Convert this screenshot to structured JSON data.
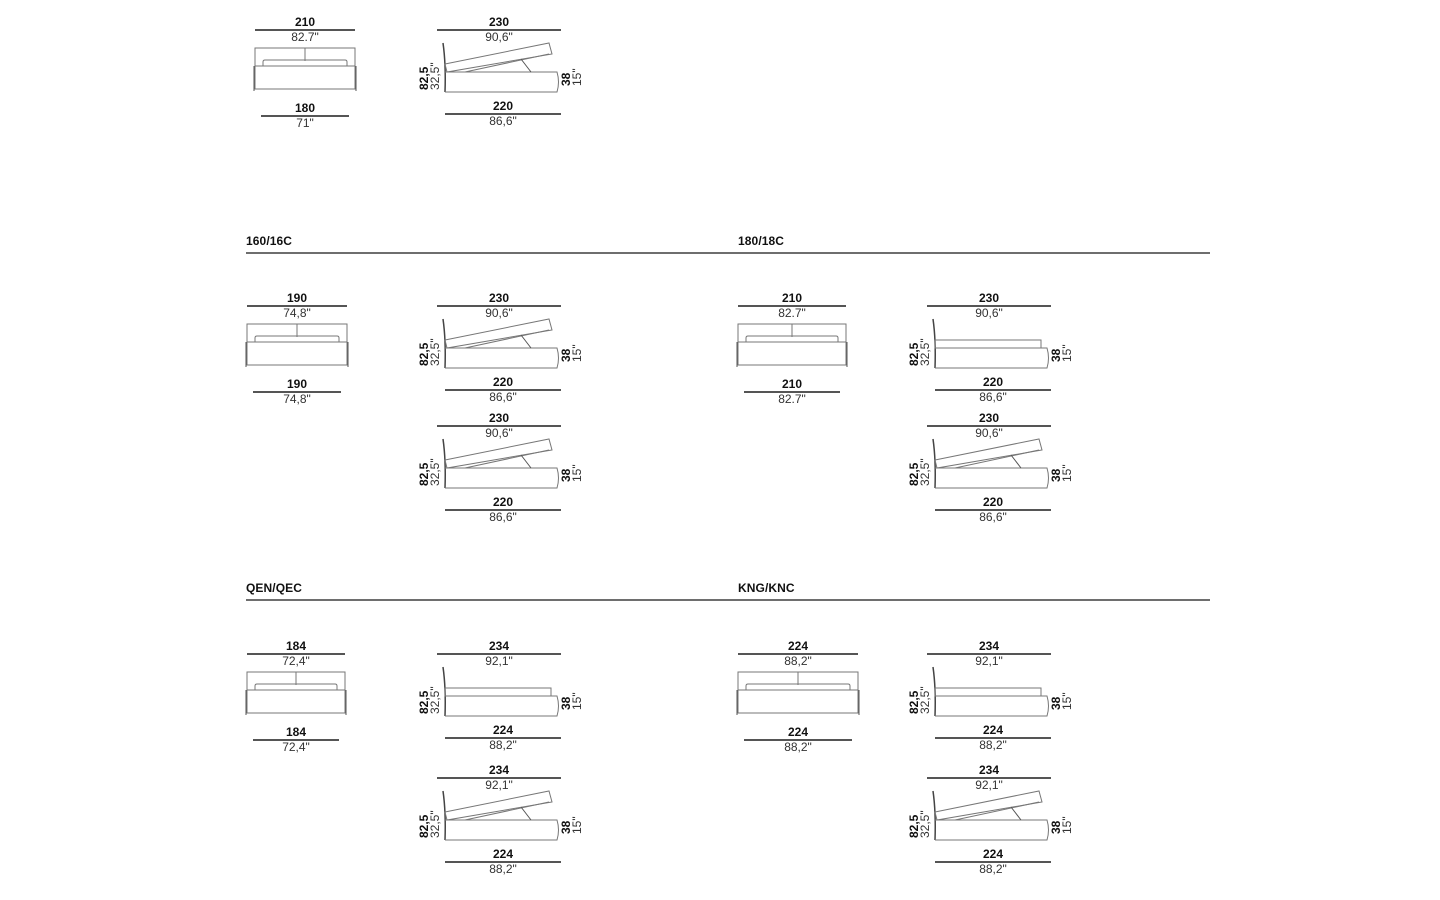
{
  "sections": [
    {
      "id": "top",
      "title": "",
      "front": {
        "top_dim": {
          "cm": "210",
          "inch": "82.7\""
        },
        "bottom_dim": {
          "cm": "180",
          "inch": "71\""
        }
      },
      "side_views": [
        {
          "type": "lifted",
          "top_dim": {
            "cm": "230",
            "inch": "90,6\""
          },
          "bottom_dim": {
            "cm": "220",
            "inch": "86,6\""
          },
          "height_dim": {
            "cm": "82,5",
            "inch": "32,5\""
          },
          "base_dim": {
            "cm": "38",
            "inch": "15\""
          }
        }
      ]
    },
    {
      "id": "160",
      "title": "160/16C",
      "front": {
        "top_dim": {
          "cm": "190",
          "inch": "74,8\""
        },
        "bottom_dim": {
          "cm": "190",
          "inch": "74,8\""
        }
      },
      "side_views": [
        {
          "type": "lifted",
          "top_dim": {
            "cm": "230",
            "inch": "90,6\""
          },
          "bottom_dim": {
            "cm": "220",
            "inch": "86,6\""
          },
          "height_dim": {
            "cm": "82,5",
            "inch": "32,5\""
          },
          "base_dim": {
            "cm": "38",
            "inch": "15\""
          }
        },
        {
          "type": "lifted",
          "top_dim": {
            "cm": "230",
            "inch": "90,6\""
          },
          "bottom_dim": {
            "cm": "220",
            "inch": "86,6\""
          },
          "height_dim": {
            "cm": "82,5",
            "inch": "32,5\""
          },
          "base_dim": {
            "cm": "38",
            "inch": "15\""
          }
        }
      ]
    },
    {
      "id": "180",
      "title": "180/18C",
      "front": {
        "top_dim": {
          "cm": "210",
          "inch": "82.7\""
        },
        "bottom_dim": {
          "cm": "210",
          "inch": "82.7\""
        }
      },
      "side_views": [
        {
          "type": "closed",
          "top_dim": {
            "cm": "230",
            "inch": "90,6\""
          },
          "bottom_dim": {
            "cm": "220",
            "inch": "86,6\""
          },
          "height_dim": {
            "cm": "82,5",
            "inch": "32,5\""
          },
          "base_dim": {
            "cm": "38",
            "inch": "15\""
          }
        },
        {
          "type": "lifted",
          "top_dim": {
            "cm": "230",
            "inch": "90,6\""
          },
          "bottom_dim": {
            "cm": "220",
            "inch": "86,6\""
          },
          "height_dim": {
            "cm": "82,5",
            "inch": "32,5\""
          },
          "base_dim": {
            "cm": "38",
            "inch": "15\""
          }
        }
      ]
    },
    {
      "id": "qen",
      "title": "QEN/QEC",
      "front": {
        "top_dim": {
          "cm": "184",
          "inch": "72,4\""
        },
        "bottom_dim": {
          "cm": "184",
          "inch": "72,4\""
        }
      },
      "side_views": [
        {
          "type": "closed",
          "top_dim": {
            "cm": "234",
            "inch": "92,1\""
          },
          "bottom_dim": {
            "cm": "224",
            "inch": "88,2\""
          },
          "height_dim": {
            "cm": "82,5",
            "inch": "32,5\""
          },
          "base_dim": {
            "cm": "38",
            "inch": "15\""
          }
        },
        {
          "type": "lifted",
          "top_dim": {
            "cm": "234",
            "inch": "92,1\""
          },
          "bottom_dim": {
            "cm": "224",
            "inch": "88,2\""
          },
          "height_dim": {
            "cm": "82,5",
            "inch": "32,5\""
          },
          "base_dim": {
            "cm": "38",
            "inch": "15\""
          }
        }
      ]
    },
    {
      "id": "kng",
      "title": "KNG/KNC",
      "front": {
        "top_dim": {
          "cm": "224",
          "inch": "88,2\""
        },
        "bottom_dim": {
          "cm": "224",
          "inch": "88,2\""
        }
      },
      "side_views": [
        {
          "type": "closed",
          "top_dim": {
            "cm": "234",
            "inch": "92,1\""
          },
          "bottom_dim": {
            "cm": "224",
            "inch": "88,2\""
          },
          "height_dim": {
            "cm": "82,5",
            "inch": "32,5\""
          },
          "base_dim": {
            "cm": "38",
            "inch": "15\""
          }
        },
        {
          "type": "lifted",
          "top_dim": {
            "cm": "234",
            "inch": "92,1\""
          },
          "bottom_dim": {
            "cm": "224",
            "inch": "88,2\""
          },
          "height_dim": {
            "cm": "82,5",
            "inch": "32,5\""
          },
          "base_dim": {
            "cm": "38",
            "inch": "15\""
          }
        }
      ]
    }
  ]
}
